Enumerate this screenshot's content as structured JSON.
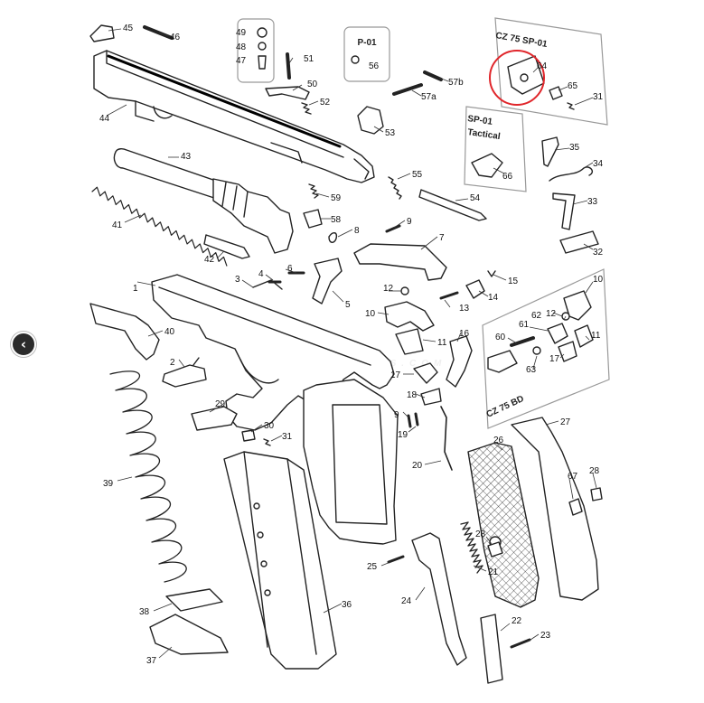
{
  "diagram": {
    "watermark": "WWW.EUROARMS.COM",
    "boxes": {
      "sp01_top": "P-01",
      "cz75_sp01": "CZ 75 SP-01",
      "sp01_tactical": [
        "SP-01",
        "Tactical"
      ],
      "cz75_bd": "CZ 75 BD"
    },
    "highlight_color": "#e0262b",
    "callouts": [
      "1",
      "2",
      "3",
      "4",
      "5",
      "6",
      "7",
      "8",
      "9",
      "9",
      "10",
      "10",
      "11",
      "11",
      "12",
      "12",
      "13",
      "14",
      "15",
      "16",
      "17",
      "17",
      "18",
      "19",
      "20",
      "21",
      "22",
      "23",
      "24",
      "25",
      "26",
      "27",
      "28",
      "28",
      "29",
      "30",
      "31",
      "31",
      "32",
      "33",
      "34",
      "35",
      "36",
      "37",
      "38",
      "39",
      "40",
      "41",
      "42",
      "43",
      "44",
      "45",
      "46",
      "47",
      "48",
      "49",
      "50",
      "51",
      "52",
      "53",
      "54",
      "55",
      "56",
      "57a",
      "57b",
      "58",
      "59",
      "60",
      "61",
      "62",
      "63",
      "64",
      "65",
      "66",
      "67"
    ]
  },
  "nav": {
    "prev_icon": "‹"
  }
}
